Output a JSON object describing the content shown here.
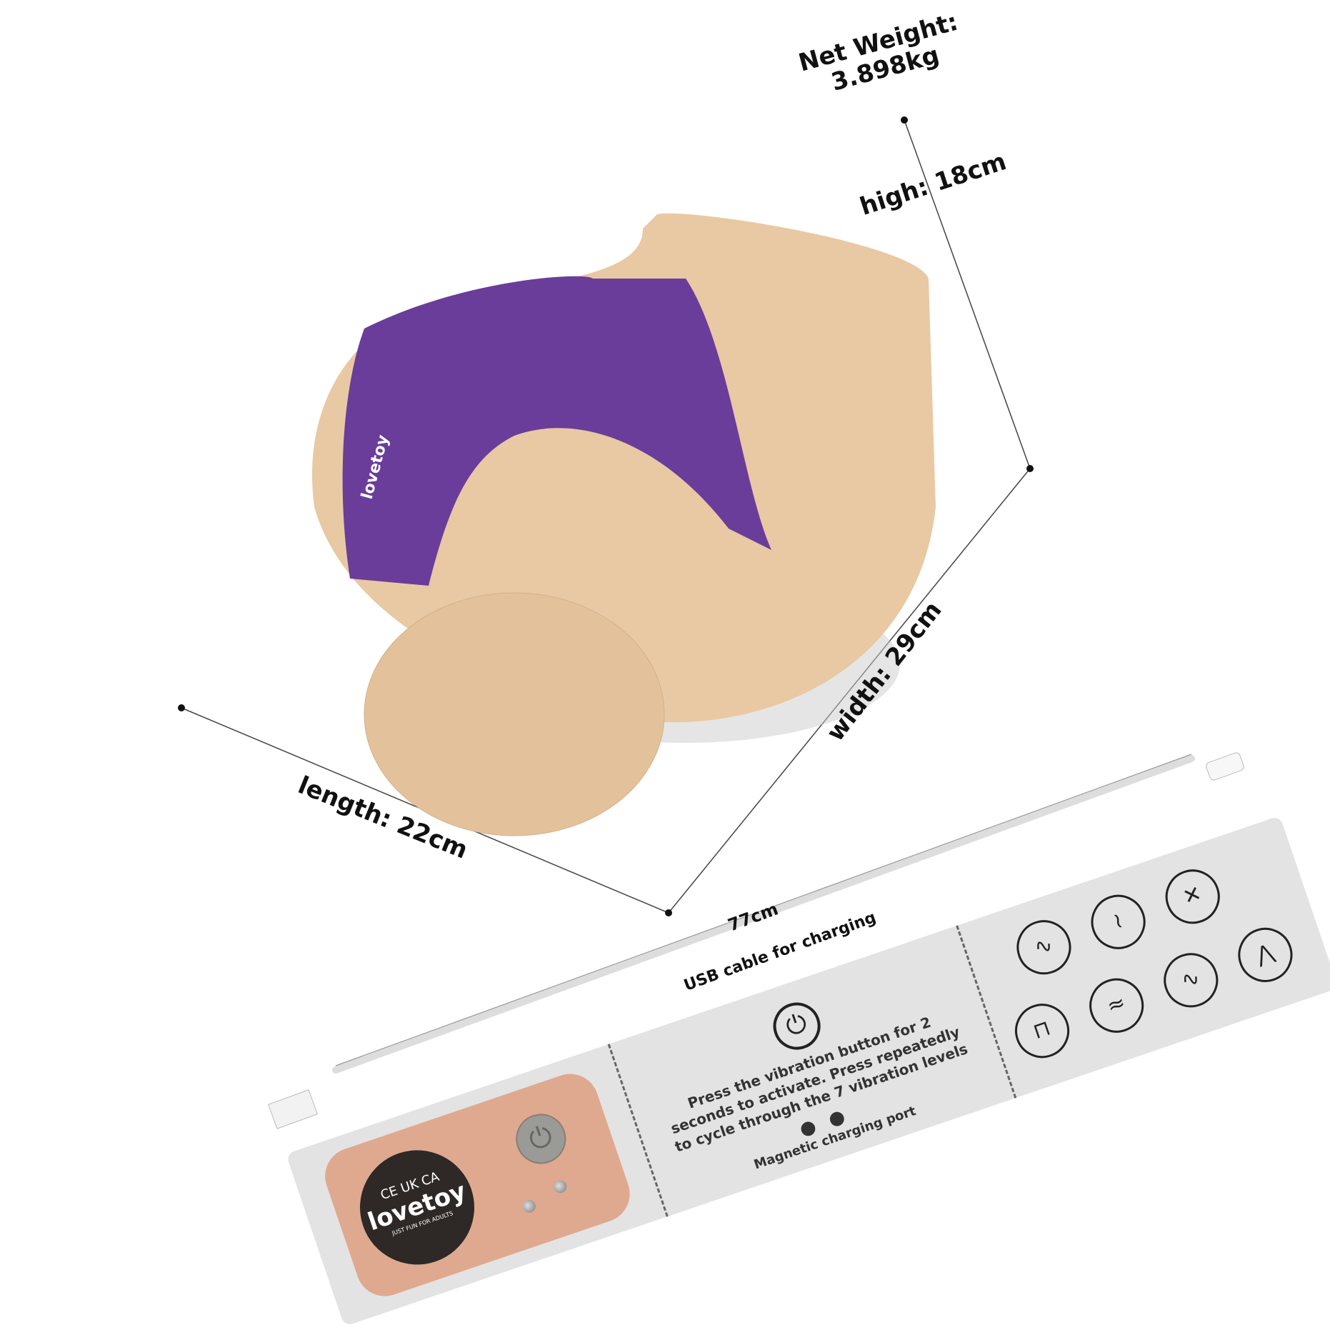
{
  "specs": {
    "net_weight_label": "Net Weight:",
    "net_weight_value": "3.898kg",
    "height": "high: 18cm",
    "width": "width: 29cm",
    "length": "length: 22cm"
  },
  "cable": {
    "length": "77cm",
    "caption": "USB cable for charging"
  },
  "panel": {
    "certifications": "CE UK CA",
    "brand": "lovetoy",
    "tagline": "JUST FUN FOR ADULTS",
    "instruction": "Press the vibration button for 2 seconds to activate. Press repeatedly to cycle through the 7 vibration levels",
    "charging_port": "Magnetic charging port",
    "vibration_modes": [
      "mode-1",
      "mode-2",
      "mode-3",
      "mode-4",
      "mode-5",
      "mode-6",
      "mode-7"
    ]
  },
  "colors": {
    "skin": "#e8c9a3",
    "garment": "#6a3d9a",
    "plate": "#dfa98f",
    "panel": "#e3e3e3"
  }
}
